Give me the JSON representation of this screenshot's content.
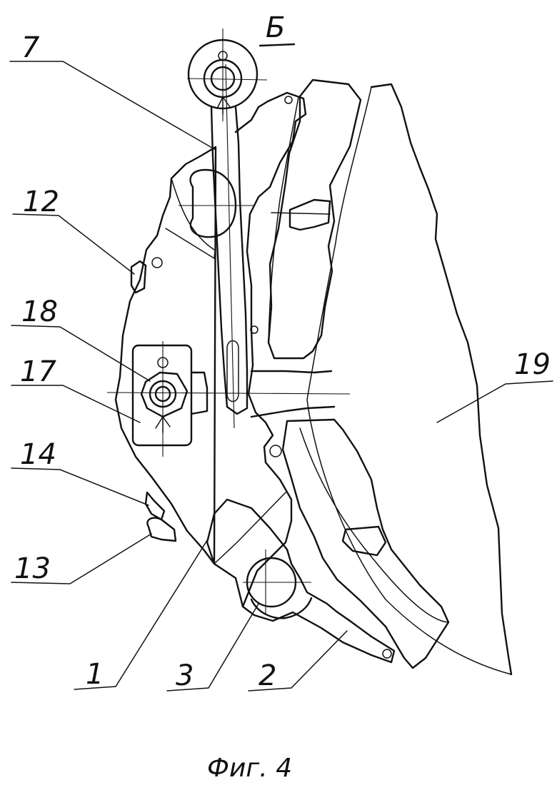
{
  "view_label": "Б",
  "caption": "Фиг. 4",
  "labels": {
    "l7": "7",
    "l12": "12",
    "l18": "18",
    "l17": "17",
    "l14": "14",
    "l13": "13",
    "l1": "1",
    "l3": "3",
    "l2": "2",
    "l19": "19"
  }
}
